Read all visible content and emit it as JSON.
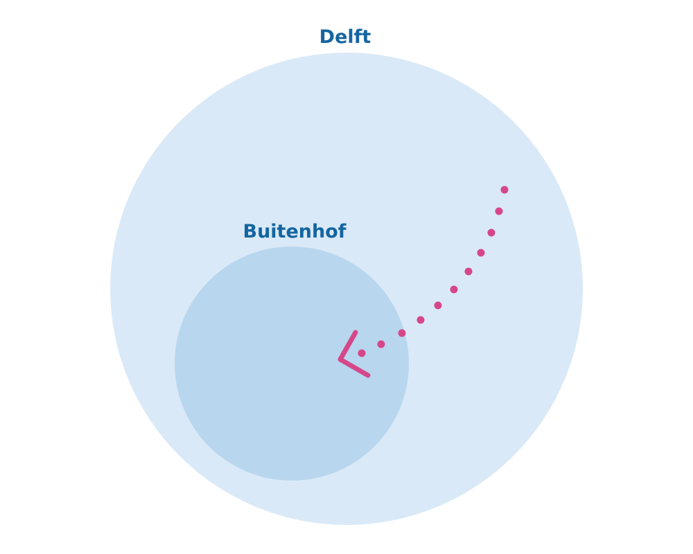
{
  "diagram": {
    "outer": {
      "label": "Delft",
      "fill": "#d9e9f7"
    },
    "inner": {
      "label": "Buitenhof",
      "fill": "#b8d6ee"
    },
    "arrow": {
      "color": "#d6478a",
      "style": "dotted"
    },
    "label_color": "#1465a0"
  }
}
